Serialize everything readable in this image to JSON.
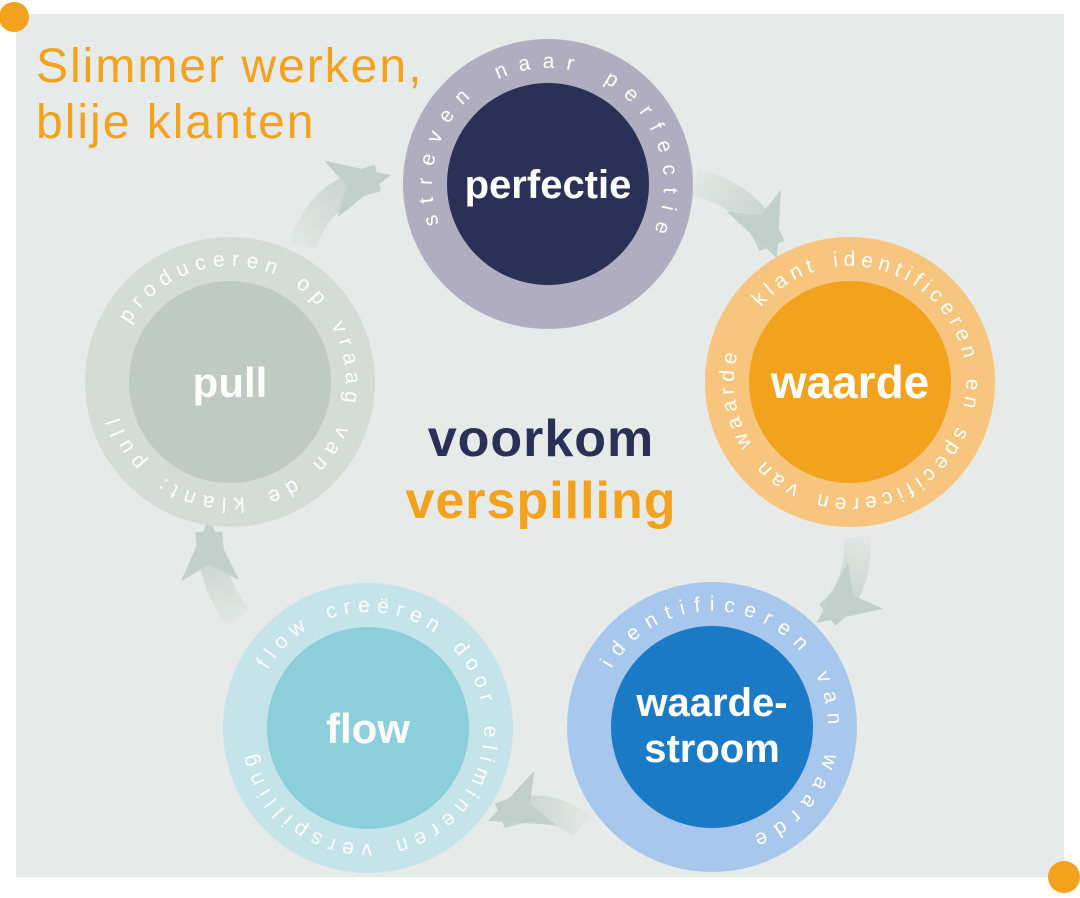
{
  "page": {
    "background": "#ffffff",
    "panel_color": "#e6eae9",
    "accent_orange": "#f2a21c",
    "navy": "#2b3156",
    "title": {
      "line1": "Slimmer werken,",
      "line2": "blije klanten"
    },
    "center": {
      "line1": "voorkom",
      "line2": "verspilling"
    }
  },
  "cycle": {
    "arrow_head_color": "#c2cfca",
    "arrow_tail_color": "#e0e6e3",
    "steps": [
      {
        "id": "perfectie",
        "label": "perfectie",
        "ring_text": "streven naar perfectie",
        "inner_color": "#2b3156",
        "ring_color": "#b1adc1"
      },
      {
        "id": "waarde",
        "label": "waarde",
        "ring_text": "klant identificeren en specificeren van waarde",
        "inner_color": "#f2a21c",
        "ring_color": "#f8c57f"
      },
      {
        "id": "waardestroom",
        "label_line1": "waarde-",
        "label_line2": "stroom",
        "ring_text": "identificeren van waarde",
        "inner_color": "#1b7ac6",
        "ring_color": "#a8c7ec"
      },
      {
        "id": "flow",
        "label": "flow",
        "ring_text": "flow creëren door elimineren verspilling",
        "inner_color": "#8ccfdb",
        "ring_color": "#c5e4ea"
      },
      {
        "id": "pull",
        "label": "pull",
        "ring_text": "produceren op vraag van de klant: pull",
        "inner_color": "#becac2",
        "ring_color": "#d4dcd5"
      }
    ]
  },
  "decorations": {
    "corner_dot_color": "#f2a21c"
  }
}
